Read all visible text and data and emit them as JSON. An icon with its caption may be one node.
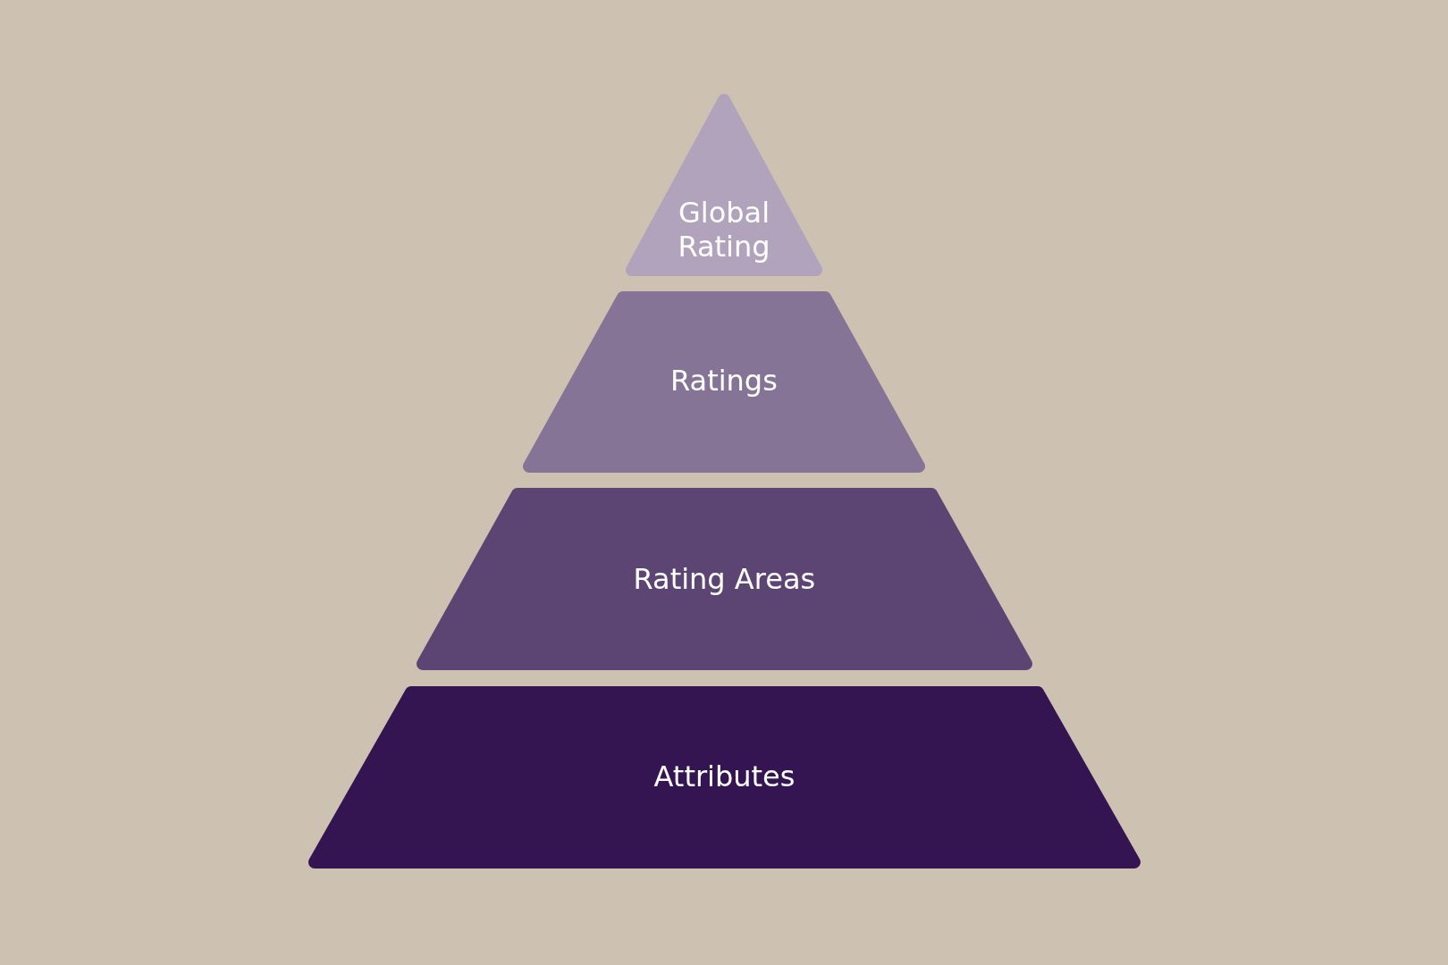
{
  "diagram": {
    "nodes": [
      {
        "text": [
          "Global Rating"
        ]
      },
      {
        "text": [
          "Ratings"
        ]
      },
      {
        "text": [
          "Rating Areas"
        ]
      },
      {
        "text": [
          "Attributes"
        ]
      }
    ]
  }
}
